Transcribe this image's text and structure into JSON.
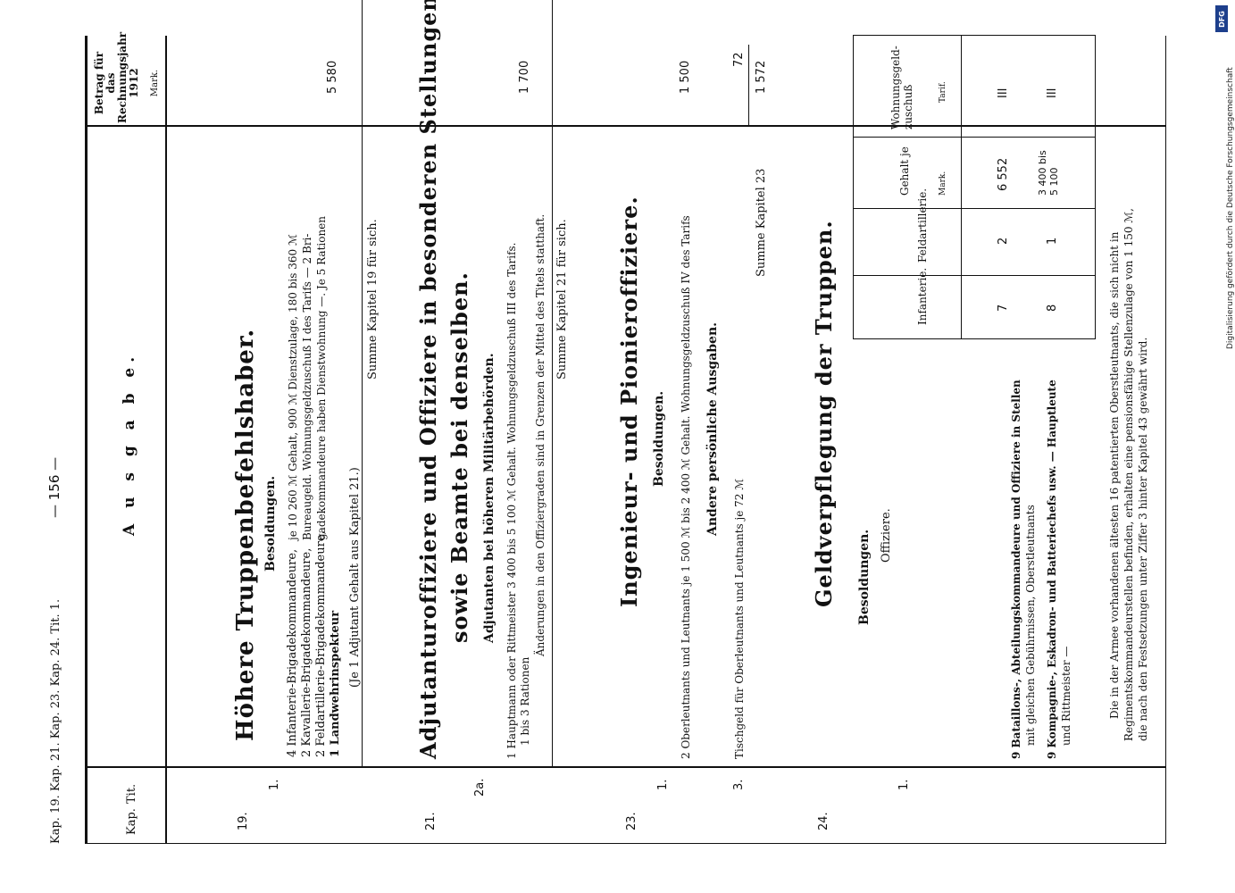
{
  "header": {
    "running_head": "Kap. 19.  Kap. 21.  Kap. 23.  Kap. 24. Tit. 1.",
    "page_number": "— 156 —",
    "section_title": "A u s g a b e."
  },
  "columns": {
    "kap": "Kap.",
    "tit": "Tit.",
    "betrag": "Betrag für das Rechnungsjahr 1912",
    "mark": "Mark."
  },
  "k19": {
    "kap": "19.",
    "tit": "1.",
    "title": "Höhere Truppenbefehlshaber.",
    "besoldungen": "Besoldungen.",
    "items": [
      "4 Infanterie-Brigadekommandeure,",
      "2 Kavallerie-Brigadekommandeure,",
      "2 Feldartillerie-Brigadekommandeure,",
      "1 Landwehrinspekteur"
    ],
    "desc": [
      "je 10 260 ℳ Gehalt, 900 ℳ Dienstzulage, 180 bis 360 ℳ",
      "Bureaugeld. Wohnungsgeldzuschuß I des Tarifs — 2 Bri-",
      "gadekommandeure haben Dienstwohnung —. Je 5 Rationen"
    ],
    "note": "(Je 1 Adjutant Gehalt aus Kapitel 21.)",
    "amount": "5 580",
    "sum": "Summe Kapitel 19 für sich."
  },
  "k21": {
    "kap": "21.",
    "tit": "2a.",
    "title_1": "Adjutanturoffiziere und Offiziere in besonderen Stellungen",
    "title_2": "sowie Beamte bei denselben.",
    "sub": "Adjutanten bei höheren Militärbehörden.",
    "line1": "1 Hauptmann oder Rittmeister 3 400 bis 5 100 ℳ Gehalt. Wohnungsgeldzuschuß III des Tarifs.",
    "line2": "1 bis 3 Rationen",
    "line3": "Änderungen in den Offiziergraden sind in Grenzen der Mittel des Titels statthaft.",
    "amount": "1 700",
    "sum": "Summe Kapitel 21 für sich."
  },
  "k23": {
    "kap": "23.",
    "tit1": "1.",
    "tit2": "3.",
    "title": "Ingenieur- und Pionieroffiziere.",
    "besoldungen": "Besoldungen.",
    "line1": "2 Oberleutnants und Leutnants je 1 500 ℳ bis 2 400 ℳ Gehalt. Wohnungsgeldzuschuß IV des Tarifs",
    "amount1": "1 500",
    "andere": "Andere persönliche Ausgaben.",
    "line2": "Tischgeld für Oberleutnants und Leutnants je 72 ℳ",
    "amount2": "72",
    "sum": "Summe Kapitel 23",
    "sum_amount": "1 572"
  },
  "k24": {
    "kap": "24.",
    "tit": "1.",
    "title": "Geldverpflegung der Truppen.",
    "besoldungen": "Besoldungen.",
    "offiziere": "Offiziere.",
    "table_headers": [
      "Infanterie.",
      "Feldartillerie.",
      "Gehalt je",
      "Wohnungsgeld-zuschuß",
      "Mark.",
      "Tarif."
    ],
    "rows": [
      {
        "text1": "9 Bataillons-, Abteilungskommandeure und Offiziere in Stellen",
        "text2": "mit gleichen Gebührnissen, Oberstleutnants",
        "inf": "7",
        "feld": "2",
        "gehalt": "6 552",
        "tarif": "III"
      },
      {
        "text1": "9 Kompagnie-, Eskadron- und Batteriechefs usw. — Hauptleute",
        "text2": "und Rittmeister —",
        "inf": "8",
        "feld": "1",
        "gehalt": "3 400 bis 5 100",
        "tarif": "III"
      }
    ],
    "footnote": [
      "Die in der Armee vorhandenen ältesten 16 patentierten Oberstleutnants, die sich nicht in",
      "Regimentskommandeurstellen befinden, erhalten eine pensionsfähige Stellenzulage von 1 150 ℳ,",
      "die nach den Festsetzungen unter Ziffer 3 hinter Kapitel 43 gewährt wird."
    ]
  },
  "margin_note": "Digitalisierung gefördert durch die Deutsche Forschungsgemeinschaft",
  "dfg_logo": "DFG"
}
